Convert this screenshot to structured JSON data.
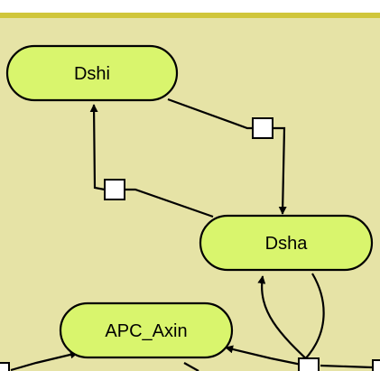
{
  "colors": {
    "page_background": "#ffffff",
    "compartment_fill": "#e6e3a6",
    "compartment_border": "#d0c63a",
    "node_fill": "#d9f56d",
    "node_stroke": "#000000",
    "edge_stroke": "#000000",
    "process_fill": "#ffffff"
  },
  "diagram": {
    "compartment": {},
    "nodes": [
      {
        "id": "dshi",
        "label": "Dshi"
      },
      {
        "id": "dsha",
        "label": "Dsha"
      },
      {
        "id": "apc_axin",
        "label": "APC_Axin"
      }
    ],
    "process_glyphs": [
      {
        "id": "p_dshi_to_dsha"
      },
      {
        "id": "p_dsha_to_dshi"
      },
      {
        "id": "p_bottom_center"
      },
      {
        "id": "p_bottom_left"
      },
      {
        "id": "p_bottom_right"
      }
    ],
    "edges": [
      {
        "from": "dshi",
        "via": "p_dshi_to_dsha",
        "to": "dsha",
        "arrow": "filled-triangle"
      },
      {
        "from": "dsha",
        "via": "p_dsha_to_dshi",
        "to": "dshi",
        "arrow": "filled-triangle"
      },
      {
        "from": "p_bottom_center",
        "to": "dsha",
        "arrow": "filled-triangle"
      },
      {
        "from": "p_bottom_center",
        "to": "apc_axin",
        "arrow": "filled-triangle"
      },
      {
        "from": "p_bottom_left",
        "to": "apc_axin",
        "arrow": "filled-triangle"
      }
    ]
  }
}
